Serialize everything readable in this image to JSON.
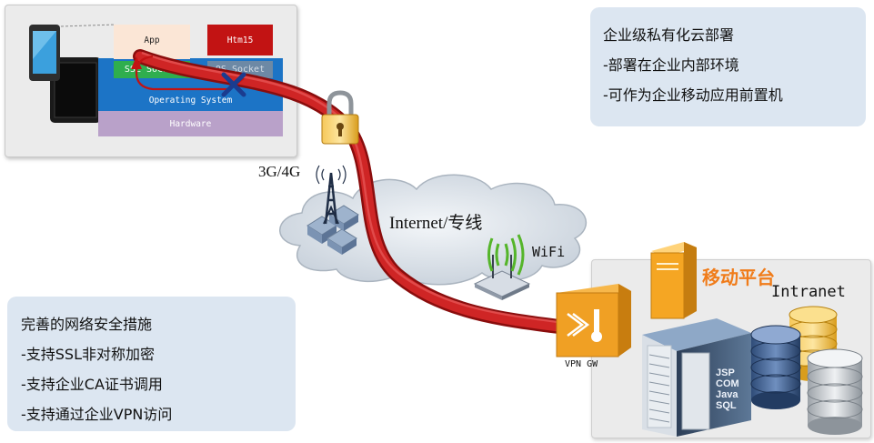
{
  "device_stack": {
    "app": "App",
    "html5": "Htm15",
    "ssl_socket": "SSL Socket",
    "os_socket": "OS Socket",
    "operating_system": "Operating System",
    "hardware": "Hardware"
  },
  "network": {
    "mobile_label": "3G/4G",
    "internet_label": "Internet/专线",
    "wifi_label": "WiFi",
    "vpn_label": "VPN GW"
  },
  "intranet": {
    "platform_label": "移动平台",
    "intranet_label": "Intranet",
    "server_tech": [
      "JSP",
      "COM",
      "Java",
      "SQL"
    ]
  },
  "info_top": {
    "lines": [
      "企业级私有化云部署",
      "-部署在企业内部环境",
      "-可作为企业移动应用前置机"
    ]
  },
  "info_left": {
    "lines": [
      "完善的网络安全措施",
      "-支持SSL非对称加密",
      "-支持企业CA证书调用",
      "-支持通过企业VPN访问"
    ]
  },
  "colors": {
    "tunnel": "#b51414",
    "info_box": "#dce6f1",
    "platform_text": "#f07c1a",
    "os_layer": "#1c74c6",
    "ssl_layer": "#2fae4e",
    "hardware_layer": "#b9a1c9",
    "html5_layer": "#c21313"
  }
}
